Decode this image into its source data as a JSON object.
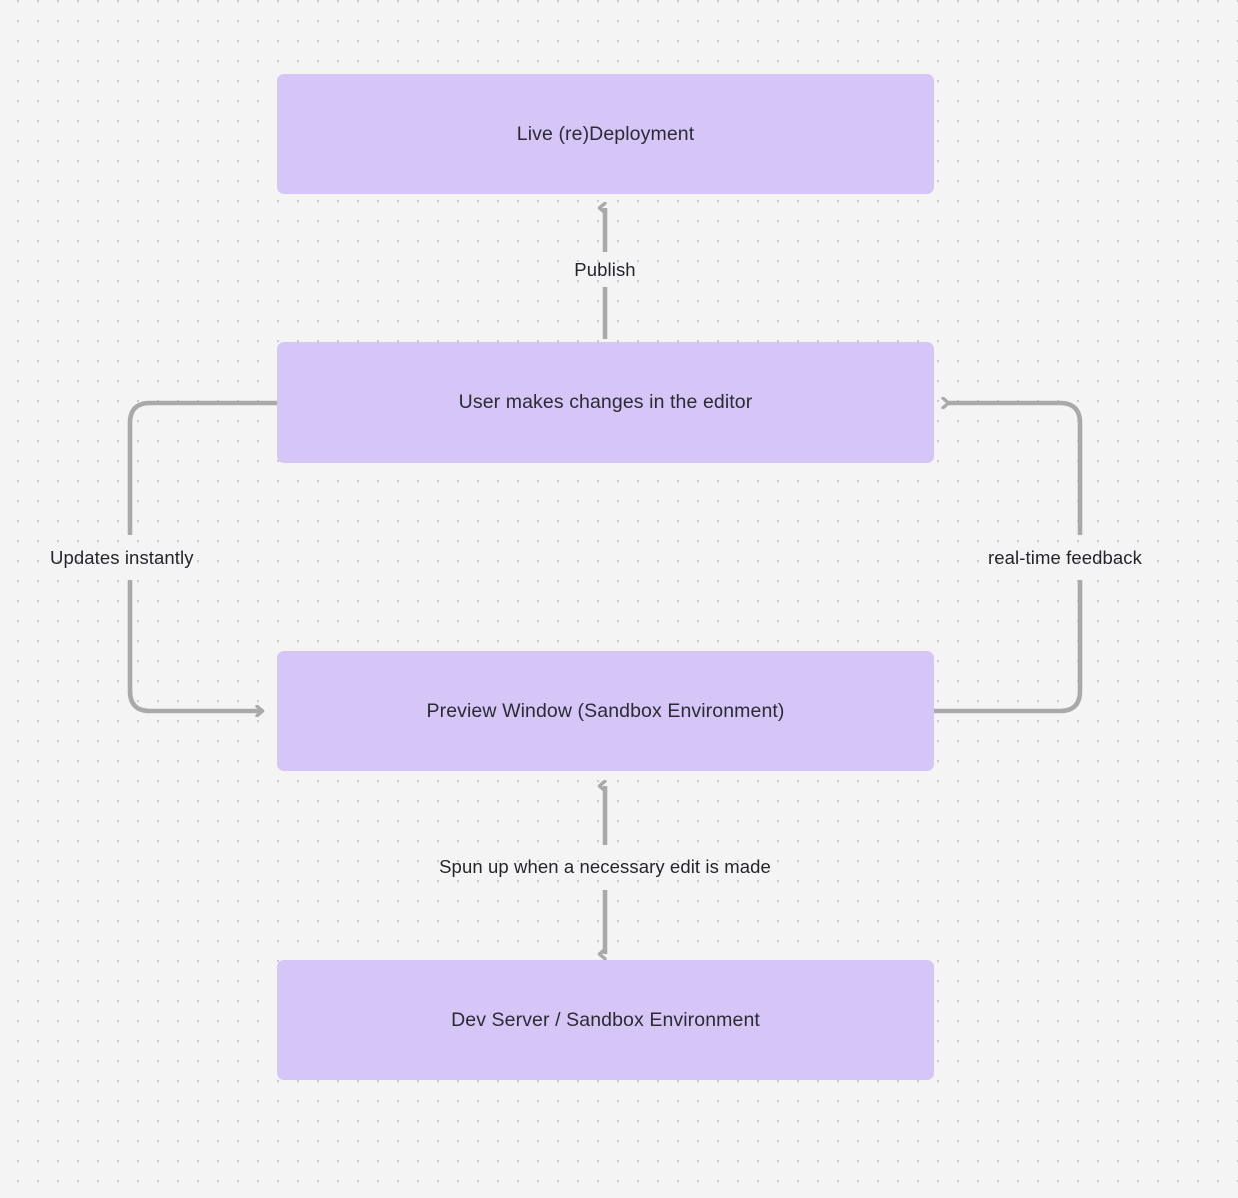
{
  "canvas": {
    "background_color": "#f4f4f4",
    "dot_color": "#c9c9c9",
    "node_fill": "#d6c6f7",
    "edge_color": "#a9a9a9",
    "text_color": "#2a2b33"
  },
  "nodes": [
    {
      "id": "live-deployment",
      "label": "Live (re)Deployment"
    },
    {
      "id": "user-edits",
      "label": "User makes changes in the editor"
    },
    {
      "id": "preview-window",
      "label": "Preview Window (Sandbox Environment)"
    },
    {
      "id": "dev-server",
      "label": "Dev Server / Sandbox Environment"
    }
  ],
  "edges": [
    {
      "id": "publish",
      "label": "Publish",
      "from": "user-edits",
      "to": "live-deployment",
      "direction": "up"
    },
    {
      "id": "updates-instantly",
      "label": "Updates instantly",
      "from": "user-edits",
      "to": "preview-window",
      "direction": "down-left-loop"
    },
    {
      "id": "real-time-feedback",
      "label": "real-time feedback",
      "from": "preview-window",
      "to": "user-edits",
      "direction": "up-right-loop"
    },
    {
      "id": "spun-up",
      "label": "Spun up when a necessary edit is made",
      "from": "preview-window",
      "to": "dev-server",
      "direction": "bidirectional"
    }
  ]
}
